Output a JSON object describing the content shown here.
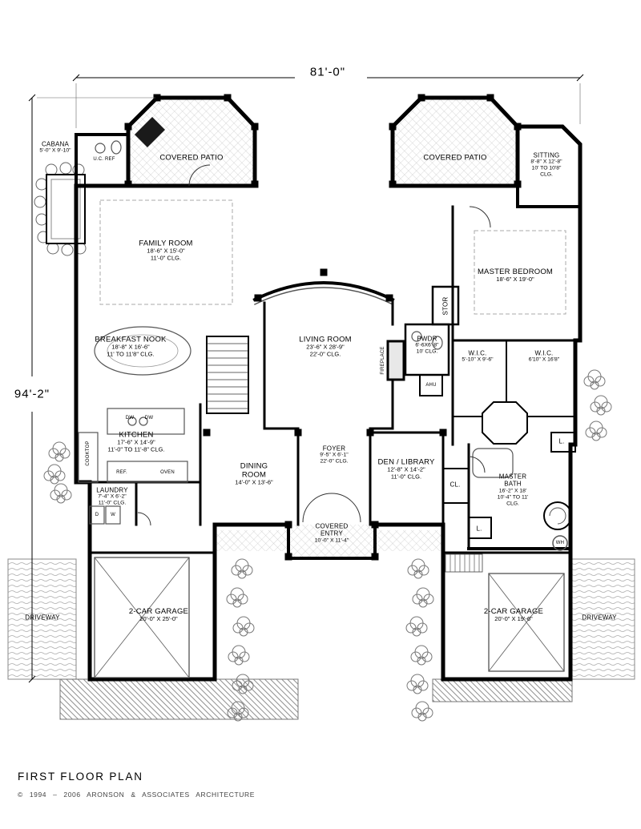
{
  "plan": {
    "title": "FIRST FLOOR PLAN",
    "copyright": "© 1994 – 2006 ARONSON & ASSOCIATES ARCHITECTURE",
    "width_label": "81'-0\"",
    "depth_label": "94'-2\""
  },
  "rooms": [
    {
      "name": "CABANA",
      "dims": "5'-0\" X 9'-10\""
    },
    {
      "name": "COVERED PATIO"
    },
    {
      "name": "COVERED PATIO"
    },
    {
      "name": "SITTING",
      "dims": "8'-8\" X 12'-8\"",
      "ceiling": "10' TO 10'8\" CLG."
    },
    {
      "name": "FAMILY ROOM",
      "dims": "18'-6\" X 15'-0\"",
      "ceiling": "11'-0\" CLG."
    },
    {
      "name": "MASTER BEDROOM",
      "dims": "18'-6\" X 19'-0\""
    },
    {
      "name": "BREAKFAST NOOK",
      "dims": "18'-8\" X 16'-6\"",
      "ceiling": "11' TO 11'8\" CLG."
    },
    {
      "name": "LIVING ROOM",
      "dims": "23'-6\" X 28'-9\"",
      "ceiling": "22'-0\" CLG."
    },
    {
      "name": "PWDR",
      "dims": "6'-6X6'-8\"",
      "ceiling": "10' CLG."
    },
    {
      "name": "STOR"
    },
    {
      "name": "W.I.C.",
      "dims": "5'-10\" X 9'-6\""
    },
    {
      "name": "W.I.C.",
      "dims": "6'10\" X 16'8\""
    },
    {
      "name": "KITCHEN",
      "dims": "17'-6\" X 14'-9\"",
      "ceiling": "11'-0\" TO 11'-8\" CLG."
    },
    {
      "name": "FOYER",
      "dims": "9'-5\" X 6'-1\"",
      "ceiling": "22'-0\" CLG."
    },
    {
      "name": "DINING ROOM",
      "dims": "14'-0\" X 13'-6\""
    },
    {
      "name": "DEN / LIBRARY",
      "dims": "12'-8\" X 14'-2\"",
      "ceiling": "11'-0\" CLG."
    },
    {
      "name": "MASTER BATH",
      "dims": "16'-2\" X 18'",
      "ceiling": "10'-4\" TO 11' CLG."
    },
    {
      "name": "CL."
    },
    {
      "name": "LAUNDRY",
      "dims": "7'-4\" X 6'-2\"",
      "ceiling": "11'-0\" CLG."
    },
    {
      "name": "COVERED ENTRY",
      "dims": "10'-0\" X 11'-4\""
    },
    {
      "name": "2-CAR GARAGE",
      "dims": "20'-0\" X 25'-0\""
    },
    {
      "name": "2-CAR GARAGE",
      "dims": "20'-0\" X 19'-6\""
    },
    {
      "name": "DRIVEWAY"
    },
    {
      "name": "DRIVEWAY"
    },
    {
      "name": "L."
    },
    {
      "name": "L."
    }
  ],
  "labels": [
    {
      "text": "U.C. REF"
    },
    {
      "text": "DW"
    },
    {
      "text": "DW"
    },
    {
      "text": "COOKTOP"
    },
    {
      "text": "REF."
    },
    {
      "text": "OVEN"
    },
    {
      "text": "D"
    },
    {
      "text": "W"
    },
    {
      "text": "AHU"
    },
    {
      "text": "FIREPLACE"
    },
    {
      "text": "WH"
    }
  ]
}
